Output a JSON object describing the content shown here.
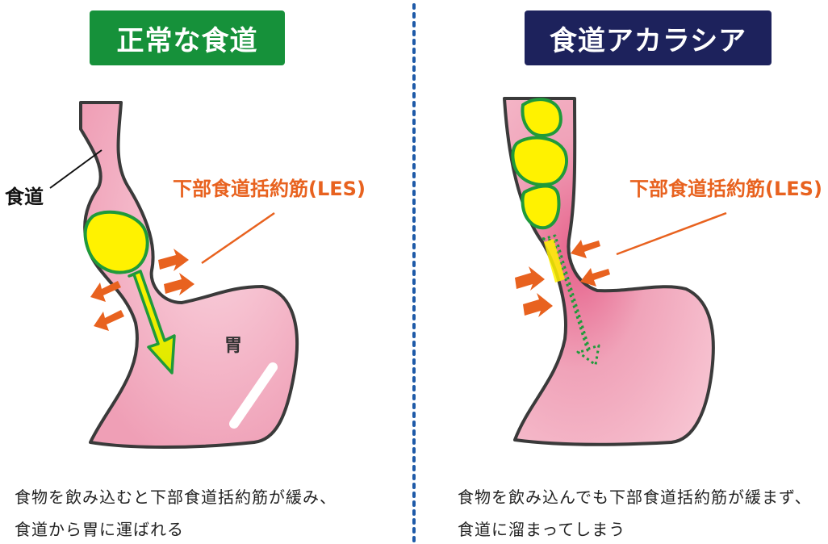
{
  "left_panel": {
    "title": "正常な食道",
    "esophagus_label": "食道",
    "les_label": "下部食道括約筋(LES)",
    "stomach_label": "胃",
    "caption_line1": "食物を飲み込むと下部食道括約筋が緩み、",
    "caption_line2": "食道から胃に運ばれる"
  },
  "right_panel": {
    "title": "食道アカラシア",
    "les_label": "下部食道括約筋(LES)",
    "caption_line1": "食物を飲み込んでも下部食道括約筋が緩まず、",
    "caption_line2": "食道に溜まってしまう"
  },
  "colors": {
    "normal_title_bg": "#16913a",
    "achalasia_title_bg": "#1d225c",
    "organ_fill": "#f2a8bd",
    "organ_outline": "#3a3a3a",
    "food_fill": "#fff200",
    "food_outline": "#1f9a3a",
    "arrow_orange": "#e8621f",
    "divider": "#1e5aa8"
  }
}
